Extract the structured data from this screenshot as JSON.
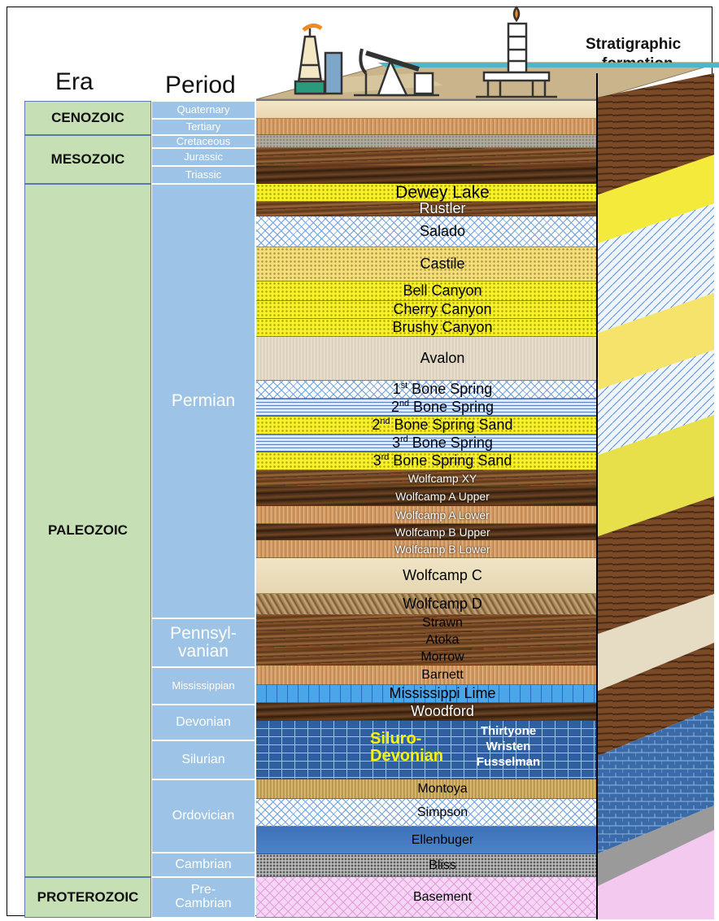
{
  "header": {
    "era_label": "Era",
    "period_label": "Period",
    "strat_line1": "Stratigraphic",
    "strat_line2": "formation"
  },
  "icons": [
    "oil-derrick-icon",
    "pump-jack-icon",
    "drilling-rig-icon"
  ],
  "eras": [
    {
      "name": "CENOZOIC"
    },
    {
      "name": "MESOZOIC"
    },
    {
      "name": "PALEOZOIC"
    },
    {
      "name": "PROTEROZOIC"
    }
  ],
  "periods": [
    {
      "name": "Quaternary"
    },
    {
      "name": "Tertiary"
    },
    {
      "name": "Cretaceous"
    },
    {
      "name": "Jurassic"
    },
    {
      "name": "Triassic"
    },
    {
      "name": "Permian"
    },
    {
      "name": "Pennsyl-vanian",
      "line1": "Pennsyl-",
      "line2": "vanian"
    },
    {
      "name": "Mississippian"
    },
    {
      "name": "Devonian"
    },
    {
      "name": "Silurian"
    },
    {
      "name": "Ordovician"
    },
    {
      "name": "Cambrian"
    },
    {
      "name": "Pre-Cambrian",
      "line1": "Pre-",
      "line2": "Cambrian"
    }
  ],
  "formations": [
    {
      "label": ""
    },
    {
      "label": ""
    },
    {
      "label": ""
    },
    {
      "label": ""
    },
    {
      "label": ""
    },
    {
      "label": "Dewey Lake"
    },
    {
      "label": "Rustler"
    },
    {
      "label": "Salado"
    },
    {
      "label": "Castile"
    },
    {
      "label": "Bell Canyon"
    },
    {
      "label": "Cherry Canyon"
    },
    {
      "label": "Brushy Canyon"
    },
    {
      "label": "Avalon"
    },
    {
      "label": "1st Bone Spring",
      "num": "1",
      "sup": "st",
      "rest": " Bone Spring"
    },
    {
      "label": "2nd Bone Spring",
      "num": "2",
      "sup": "nd",
      "rest": " Bone Spring"
    },
    {
      "label": "2nd Bone Spring Sand",
      "num": "2",
      "sup": "nd",
      "rest": " Bone Spring Sand"
    },
    {
      "label": "3rd Bone Spring",
      "num": "3",
      "sup": "rd",
      "rest": " Bone Spring"
    },
    {
      "label": "3rd Bone Spring Sand",
      "num": "3",
      "sup": "rd",
      "rest": " Bone Spring Sand"
    },
    {
      "label": "Wolfcamp XY"
    },
    {
      "label": "Wolfcamp A Upper"
    },
    {
      "label": "Wolfcamp A Lower"
    },
    {
      "label": "Wolfcamp B Upper"
    },
    {
      "label": "Wolfcamp B Lower"
    },
    {
      "label": "Wolfcamp C"
    },
    {
      "label": "Wolfcamp D"
    },
    {
      "label": "Strawn"
    },
    {
      "label": "Atoka"
    },
    {
      "label": "Morrow"
    },
    {
      "label": "Barnett"
    },
    {
      "label": "Mississippi Lime"
    },
    {
      "label": "Woodford"
    },
    {
      "label": ""
    },
    {
      "label": "Montoya"
    },
    {
      "label": "Simpson"
    },
    {
      "label": "Ellenbuger"
    },
    {
      "label": "Bliss"
    },
    {
      "label": "Basement"
    }
  ],
  "siluro_devonian": {
    "line1": "Siluro-",
    "line2": "Devonian",
    "units": [
      "Thirtyone",
      "Wristen",
      "Fusselman"
    ]
  }
}
